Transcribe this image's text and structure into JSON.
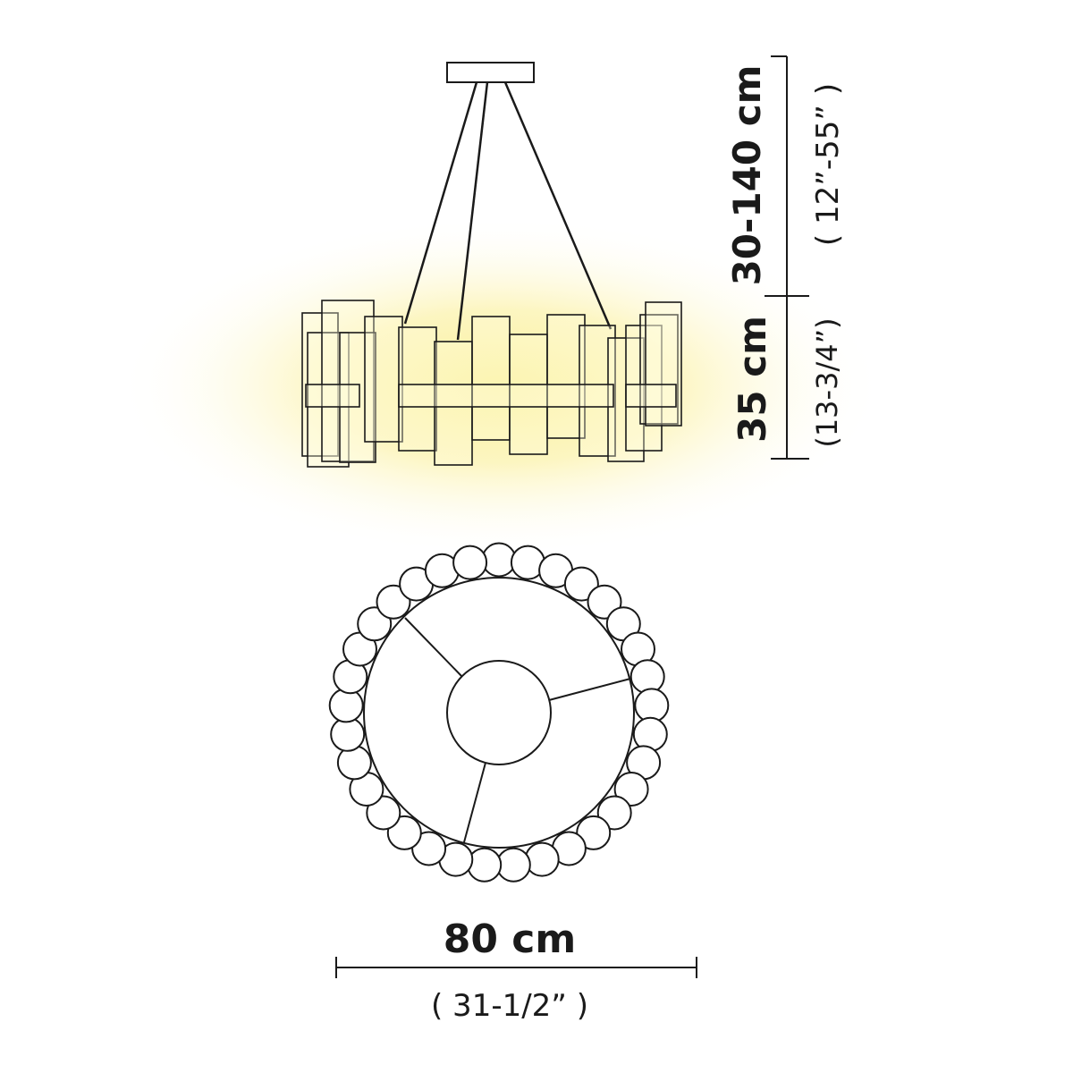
{
  "dimensions": {
    "suspension_height_cm": "30-140 cm",
    "suspension_height_in": "( 12”-55” )",
    "body_height_cm": "35 cm",
    "body_height_in": "(13-3/4”)",
    "diameter_cm": "80 cm",
    "diameter_in": "( 31-1/2” )"
  },
  "colors": {
    "line": "#1a1a1a",
    "glow": "#fdf6b8",
    "background": "#ffffff"
  },
  "top_view": {
    "bead_count": 33,
    "spoke_count": 3
  }
}
